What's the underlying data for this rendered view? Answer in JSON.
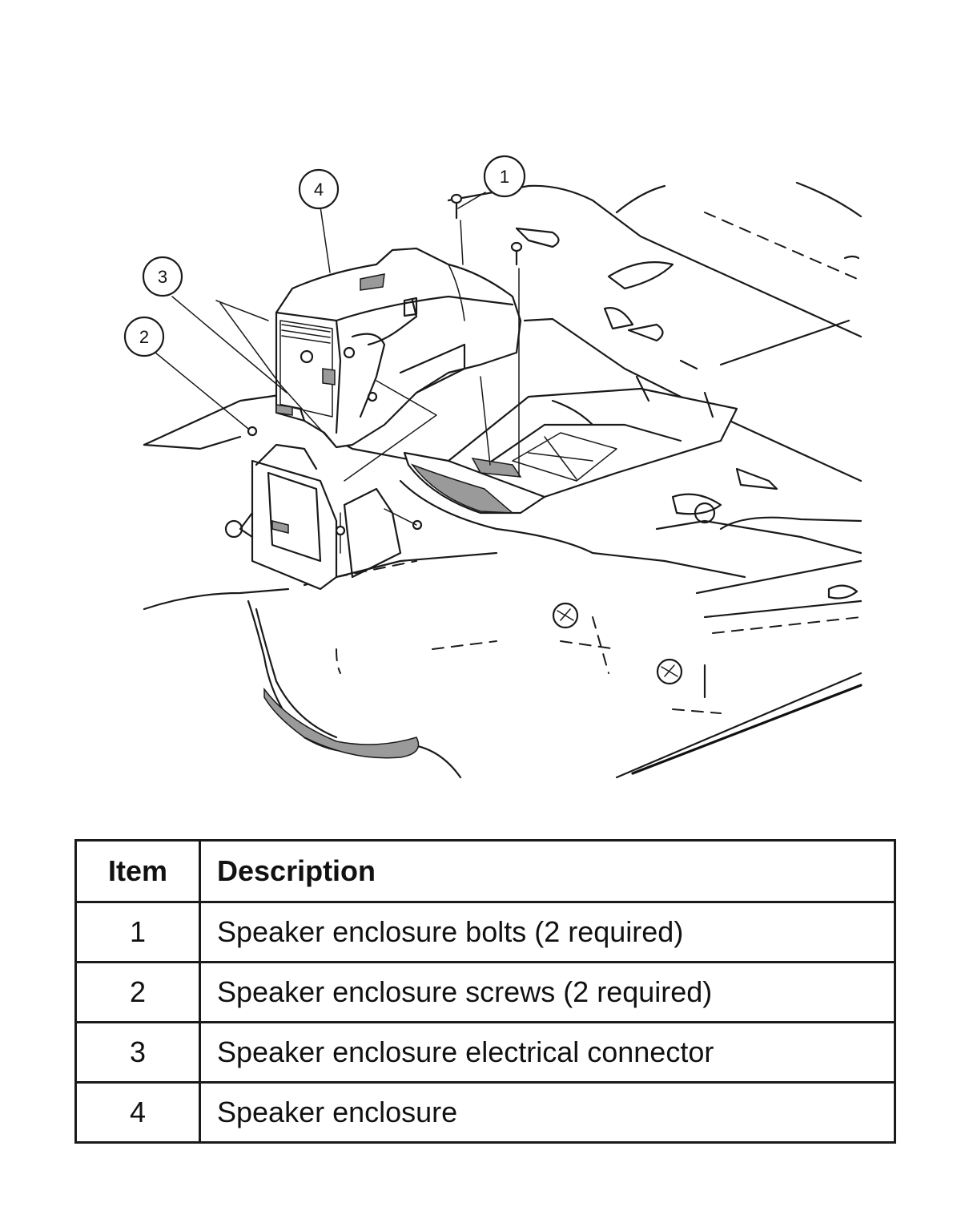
{
  "callouts": [
    {
      "label": "1"
    },
    {
      "label": "2"
    },
    {
      "label": "3"
    },
    {
      "label": "4"
    }
  ],
  "table": {
    "headers": {
      "item": "Item",
      "description": "Description"
    },
    "rows": [
      {
        "item": "1",
        "description": "Speaker enclosure bolts (2 required)"
      },
      {
        "item": "2",
        "description": "Speaker enclosure screws (2 required)"
      },
      {
        "item": "3",
        "description": "Speaker enclosure electrical connector"
      },
      {
        "item": "4",
        "description": "Speaker enclosure"
      }
    ]
  }
}
